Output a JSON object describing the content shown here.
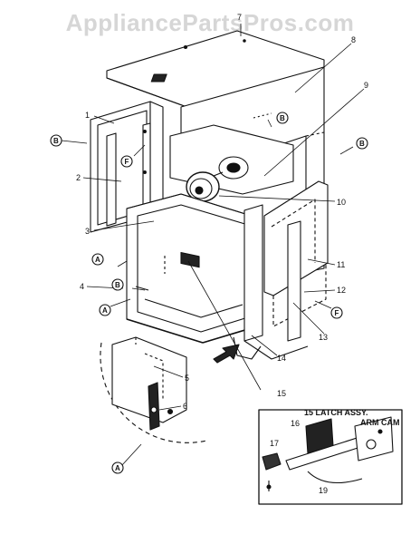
{
  "watermark": "AppliancePartsPros.com",
  "part_numbers": {
    "p1": "1",
    "p2": "2",
    "p3": "3",
    "p4": "4",
    "p5": "5",
    "p6": "6",
    "p7": "7",
    "p8": "8",
    "p9": "9",
    "p10": "10",
    "p11": "11",
    "p12": "12",
    "p13": "13",
    "p14": "14",
    "p15": "15",
    "p16": "16",
    "p17": "17",
    "p19": "19"
  },
  "ref_letters": {
    "A": "A",
    "B": "B",
    "F": "F"
  },
  "inset": {
    "title": "15  LATCH ASSY.",
    "arm_cam": "ARM CAM"
  }
}
